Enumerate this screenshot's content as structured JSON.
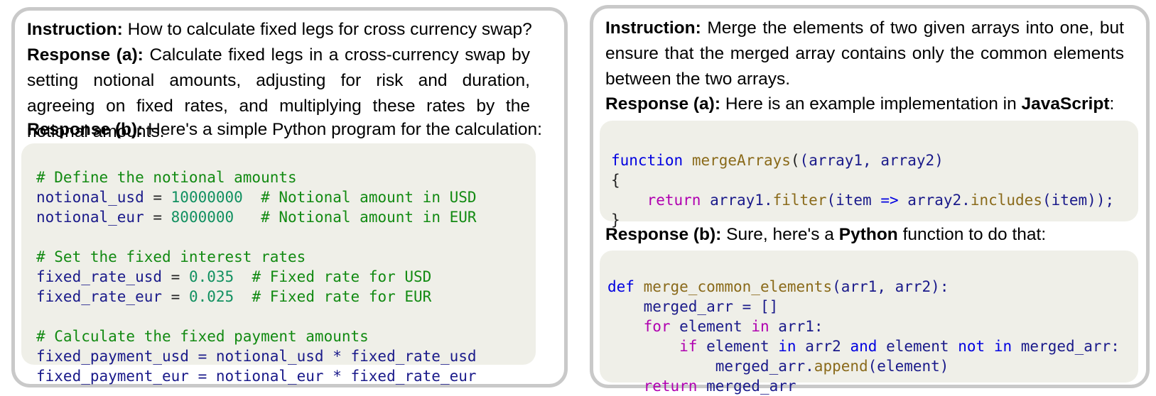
{
  "left": {
    "instruction_label": "Instruction:",
    "instruction_text": "How to calculate fixed legs for cross currency swap?",
    "response_a_label": "Response (a):",
    "response_a_text": "Calculate fixed legs in a cross-currency swap by setting notional amounts, adjusting for risk and duration, agreeing on fixed rates, and multiplying these rates by the notional amounts.",
    "response_b_label": "Response (b):",
    "response_b_text": "Here's a simple Python program for the calculation:",
    "code": {
      "c1": "# Define the notional amounts",
      "l2_var": "notional_usd",
      "l2_num": "10000000",
      "l2_cm": "# Notional amount in USD",
      "l3_var": "notional_eur",
      "l3_num": "8000000",
      "l3_cm": "# Notional amount in EUR",
      "c5": "# Set the fixed interest rates",
      "l6_var": "fixed_rate_usd",
      "l6_num": "0.035",
      "l6_cm": "# Fixed rate for USD",
      "l7_var": "fixed_rate_eur",
      "l7_num": "0.025",
      "l7_cm": "# Fixed rate for EUR",
      "c9": "# Calculate the fixed payment amounts",
      "l10": "fixed_payment_usd = notional_usd * fixed_rate_usd",
      "l11": "fixed_payment_eur = notional_eur * fixed_rate_eur"
    }
  },
  "right": {
    "instruction_label": "Instruction:",
    "instruction_text": "Merge the elements of two given arrays into one, but ensure that the merged array contains only the common elements between the two arrays.",
    "response_a_label": "Response (a):",
    "response_a_pre": "Here is an example implementation in",
    "response_a_lang": "JavaScript",
    "response_a_post": ":",
    "js": {
      "kw_function": "function",
      "fn_name": "mergeArrays",
      "params": "(array1, array2)",
      "open": "{",
      "kw_return": "return",
      "body_a": "array1.",
      "fn_filter": "filter",
      "body_b": "(item",
      "arrow": "=>",
      "body_c": "array2.",
      "fn_includes": "includes",
      "body_d": "(item));",
      "close": "}"
    },
    "response_b_label": "Response (b):",
    "response_b_pre": "Sure, here's a",
    "response_b_lang": "Python",
    "response_b_post": "function to do that:",
    "py": {
      "kw_def": "def",
      "fn_name": "merge_common_elements",
      "params": "(arr1, arr2):",
      "l2": "merged_arr = []",
      "kw_for": "for",
      "l3_a": "element",
      "kw_in": "in",
      "l3_b": "arr1:",
      "kw_if": "if",
      "l4_a": "element",
      "kw_in2": "in",
      "l4_b": "arr2",
      "kw_and": "and",
      "l4_c": "element",
      "kw_not": "not",
      "kw_in3": "in",
      "l4_d": "merged_arr:",
      "l5_a": "merged_arr.",
      "fn_append": "append",
      "l5_b": "(element)",
      "kw_return": "return",
      "l6": "merged_arr"
    }
  }
}
